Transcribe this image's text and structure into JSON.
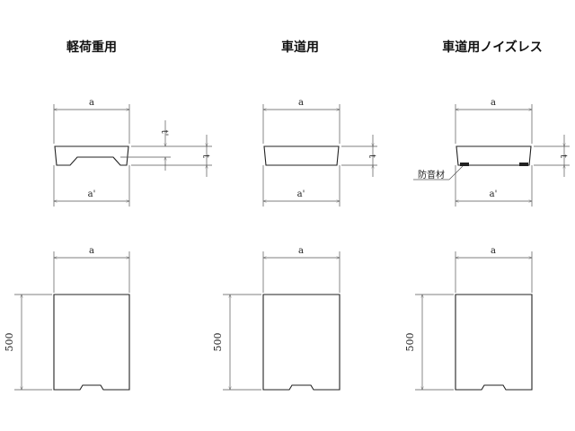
{
  "titles": {
    "light": "軽荷重用",
    "road": "車道用",
    "noiseless": "車道用ノイズレス"
  },
  "labels": {
    "a": "a",
    "a_prime": "a'",
    "t": "t",
    "t_prime": "t'",
    "height": "500",
    "soundproof": "防音材"
  }
}
